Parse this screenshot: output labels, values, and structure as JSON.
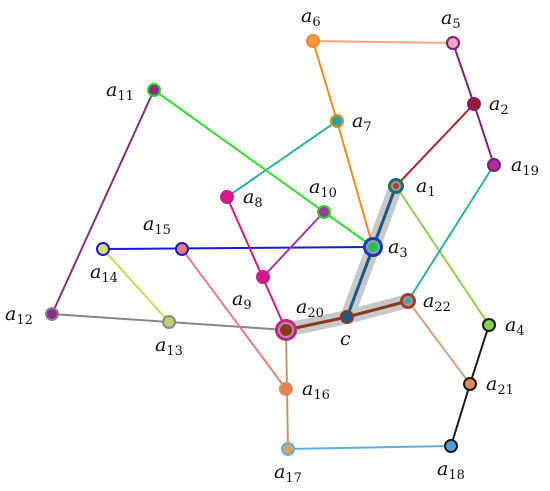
{
  "graph": {
    "nodes": [
      {
        "id": "a1",
        "label": "a",
        "sub": "1",
        "fill": "#c8302a",
        "ring": "#1f6e6e"
      },
      {
        "id": "a2",
        "label": "a",
        "sub": "2",
        "fill": "#a3162a",
        "ring": "#7b1f7b"
      },
      {
        "id": "a3",
        "label": "a",
        "sub": "3",
        "fill": "#1fbf5a",
        "ring": "#0a3cc8"
      },
      {
        "id": "a4",
        "label": "a",
        "sub": "4",
        "fill": "#8ccf4a",
        "ring": "#1a1a1a"
      },
      {
        "id": "a5",
        "label": "a",
        "sub": "5",
        "fill": "#f1a6c6",
        "ring": "#7b1f7b"
      },
      {
        "id": "a6",
        "label": "a",
        "sub": "6",
        "fill": "#f59a4a",
        "ring": "#f08a1a"
      },
      {
        "id": "a7",
        "label": "a",
        "sub": "7",
        "fill": "#1aa7a7",
        "ring": "#f08a1a"
      },
      {
        "id": "a8",
        "label": "a",
        "sub": "8",
        "fill": "#d21a8c",
        "ring": "#d21a8c"
      },
      {
        "id": "a9",
        "label": "a",
        "sub": "9",
        "fill": "#d21a8c",
        "ring": "#d21a8c"
      },
      {
        "id": "a10",
        "label": "a",
        "sub": "10",
        "fill": "#9a3aa0",
        "ring": "#2ad42a"
      },
      {
        "id": "a11",
        "label": "a",
        "sub": "11",
        "fill": "#8a2a8a",
        "ring": "#2ad42a"
      },
      {
        "id": "a12",
        "label": "a",
        "sub": "12",
        "fill": "#8a2a8a",
        "ring": "#888888"
      },
      {
        "id": "a13",
        "label": "a",
        "sub": "13",
        "fill": "#b7d36a",
        "ring": "#888888"
      },
      {
        "id": "a14",
        "label": "a",
        "sub": "14",
        "fill": "#d7e05a",
        "ring": "#1a1ad2"
      },
      {
        "id": "a15",
        "label": "a",
        "sub": "15",
        "fill": "#f07a7a",
        "ring": "#1a1ad2"
      },
      {
        "id": "a16",
        "label": "a",
        "sub": "16",
        "fill": "#ee7a5a",
        "ring": "#c8985a"
      },
      {
        "id": "a17",
        "label": "a",
        "sub": "17",
        "fill": "#d9a35a",
        "ring": "#5ab0e0"
      },
      {
        "id": "a18",
        "label": "a",
        "sub": "18",
        "fill": "#4aa3e0",
        "ring": "#1a1a1a"
      },
      {
        "id": "a19",
        "label": "a",
        "sub": "19",
        "fill": "#b02aa0",
        "ring": "#7b1f7b"
      },
      {
        "id": "a20",
        "label": "a",
        "sub": "20",
        "fill": "#8a3a1a",
        "ring": "#d21a8c"
      },
      {
        "id": "a21",
        "label": "a",
        "sub": "21",
        "fill": "#e08a5a",
        "ring": "#1a1a1a"
      },
      {
        "id": "a22",
        "label": "a",
        "sub": "22",
        "fill": "#3aa3b0",
        "ring": "#a0402a"
      },
      {
        "id": "c",
        "label": "c",
        "sub": "",
        "fill": "#1a5a8a",
        "ring": "#8a3a1a"
      }
    ],
    "edges": [
      {
        "from": "a6",
        "to": "a5",
        "color": "#f5a97a"
      },
      {
        "from": "a6",
        "to": "a7",
        "color": "#f08a1a"
      },
      {
        "from": "a7",
        "to": "a3",
        "color": "#f08a1a"
      },
      {
        "from": "a5",
        "to": "a2",
        "color": "#8a1a8a"
      },
      {
        "from": "a2",
        "to": "a19",
        "color": "#8a1a8a"
      },
      {
        "from": "a2",
        "to": "a1",
        "color": "#b02a2a"
      },
      {
        "from": "a7",
        "to": "a8",
        "color": "#2ab0b0"
      },
      {
        "from": "a11",
        "to": "a3",
        "color": "#2ae02a"
      },
      {
        "from": "a11",
        "to": "a12",
        "color": "#8a2a8a"
      },
      {
        "from": "a14",
        "to": "a3",
        "color": "#1a1ad2"
      },
      {
        "from": "a14",
        "to": "a13",
        "color": "#c8dc4a"
      },
      {
        "from": "a12",
        "to": "a20",
        "color": "#888888"
      },
      {
        "from": "a8",
        "to": "a20",
        "color": "#d21a8c"
      },
      {
        "from": "a10",
        "to": "a9",
        "color": "#9a3aa0"
      },
      {
        "from": "a15",
        "to": "a16",
        "color": "#f07a7a"
      },
      {
        "from": "a20",
        "to": "a17",
        "color": "#c8985a"
      },
      {
        "from": "a17",
        "to": "a18",
        "color": "#5ab0e0"
      },
      {
        "from": "a18",
        "to": "a21",
        "color": "#1a1a1a"
      },
      {
        "from": "a21",
        "to": "a4",
        "color": "#1a1a1a"
      },
      {
        "from": "a1",
        "to": "a4",
        "color": "#8ccf4a"
      },
      {
        "from": "a19",
        "to": "a22",
        "color": "#2ab0b0"
      },
      {
        "from": "a22",
        "to": "a21",
        "color": "#d9a07a"
      },
      {
        "from": "a20",
        "to": "c",
        "color": "#8a3a1a"
      },
      {
        "from": "c",
        "to": "a22",
        "color": "#8a3a1a"
      },
      {
        "from": "c",
        "to": "a1",
        "color": "#1a5a8a"
      }
    ]
  }
}
